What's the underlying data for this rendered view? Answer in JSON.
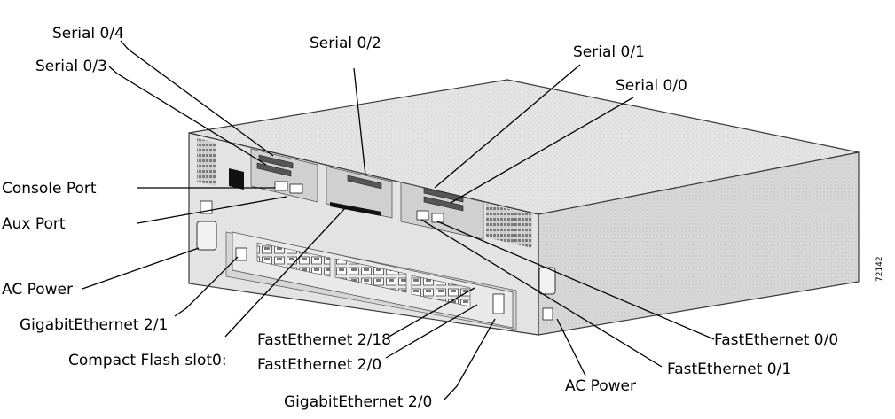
{
  "labels": {
    "serial_0_4": "Serial 0/4",
    "serial_0_3": "Serial 0/3",
    "serial_0_2": "Serial 0/2",
    "serial_0_1": "Serial 0/1",
    "serial_0_0": "Serial 0/0",
    "console_port": "Console Port",
    "aux_port": "Aux Port",
    "ac_power_left": "AC Power",
    "gigabit_2_1": "GigabitEthernet 2/1",
    "compact_flash": "Compact Flash slot0:",
    "fast_2_18": "FastEthernet 2/18",
    "fast_2_0": "FastEthernet 2/0",
    "gigabit_2_0": "GigabitEthernet 2/0",
    "ac_power_right": "AC Power",
    "fast_0_1": "FastEthernet 0/1",
    "fast_0_0": "FastEthernet 0/0",
    "figure_id": "72142"
  }
}
